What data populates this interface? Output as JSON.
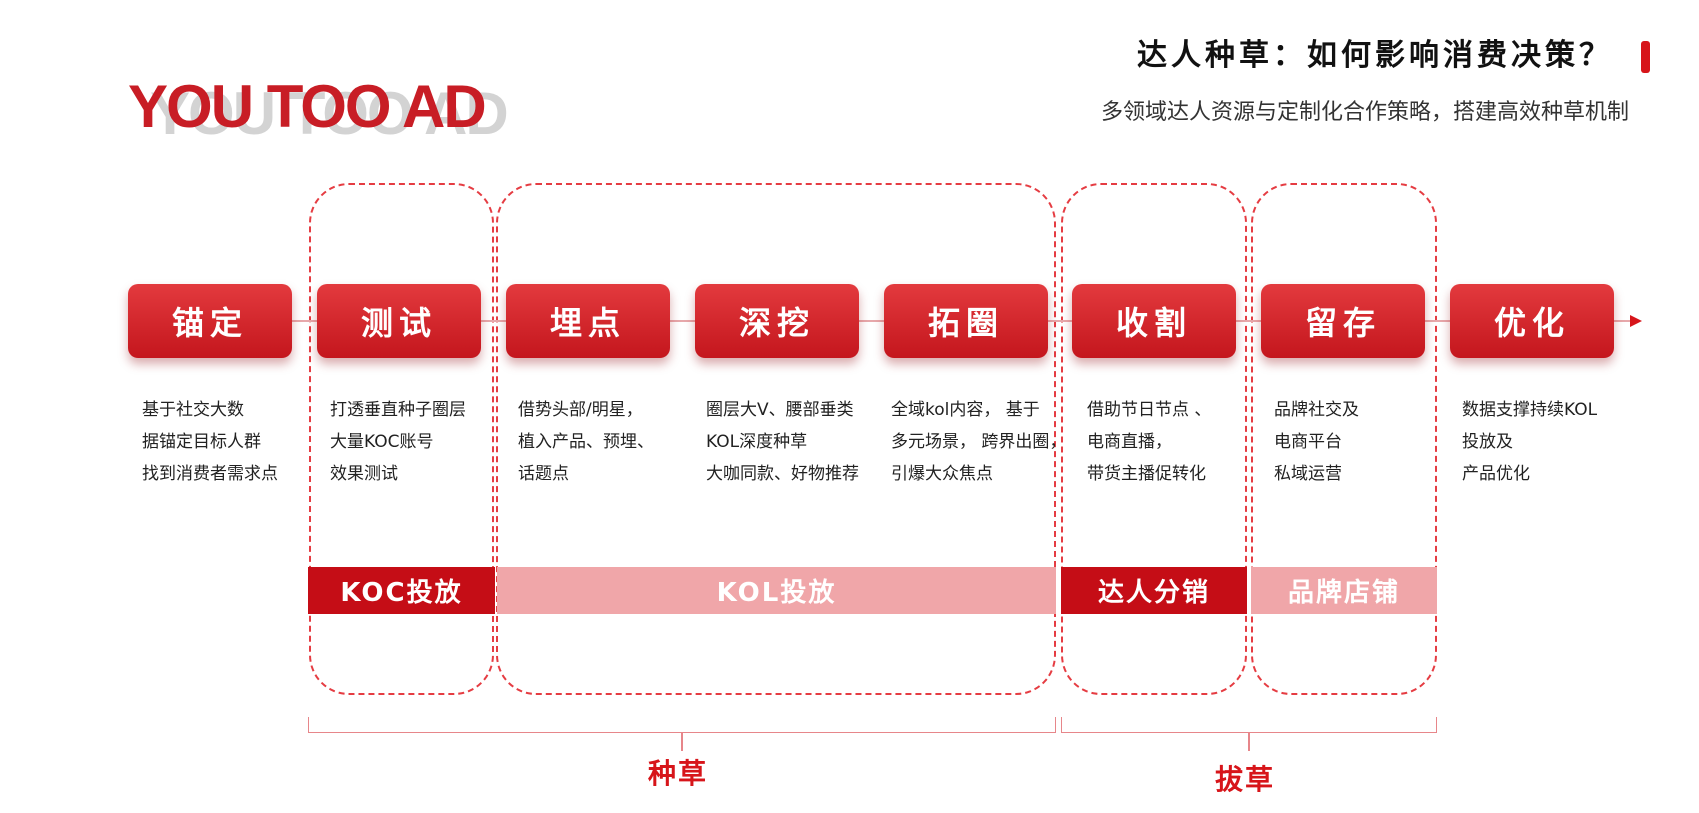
{
  "logo": "YOU TOO AD",
  "title": "达人种草：如何影响消费决策？",
  "subtitle": "多领域达人资源与定制化合作策略，搭建高效种草机制",
  "steps": [
    {
      "label": "锚定",
      "desc": [
        "基于社交大数",
        "据锚定目标人群",
        "找到消费者需求点"
      ]
    },
    {
      "label": "测试",
      "desc": [
        "打透垂直种子圈层",
        "大量KOC账号",
        "效果测试"
      ]
    },
    {
      "label": "埋点",
      "desc": [
        "借势头部/明星，",
        "植入产品、预埋、",
        "话题点"
      ]
    },
    {
      "label": "深挖",
      "desc": [
        "圈层大V、腰部垂类",
        "KOL深度种草",
        "大咖同款、好物推荐"
      ]
    },
    {
      "label": "拓圈",
      "desc": [
        "全域kol内容， 基于",
        "多元场景， 跨界出圈，",
        "引爆大众焦点"
      ]
    },
    {
      "label": "收割",
      "desc": [
        "借助节日节点 、",
        "电商直播，",
        "带货主播促转化"
      ]
    },
    {
      "label": "留存",
      "desc": [
        "品牌社交及",
        "电商平台",
        "私域运营"
      ]
    },
    {
      "label": "优化",
      "desc": [
        "数据支撑持续KOL",
        "投放及",
        "产品优化"
      ]
    }
  ],
  "bands": [
    {
      "label": "KOC投放",
      "color": "#c50d16"
    },
    {
      "label": "KOL投放",
      "color": "#f0a6a9"
    },
    {
      "label": "达人分销",
      "color": "#c50d16"
    },
    {
      "label": "品牌店铺",
      "color": "#f0a6a9"
    }
  ],
  "braces": [
    {
      "label": "种草"
    },
    {
      "label": "拔草"
    }
  ],
  "colors": {
    "accent": "#d7151a",
    "dark_red": "#c50d16",
    "light_red": "#f0a6a9"
  }
}
